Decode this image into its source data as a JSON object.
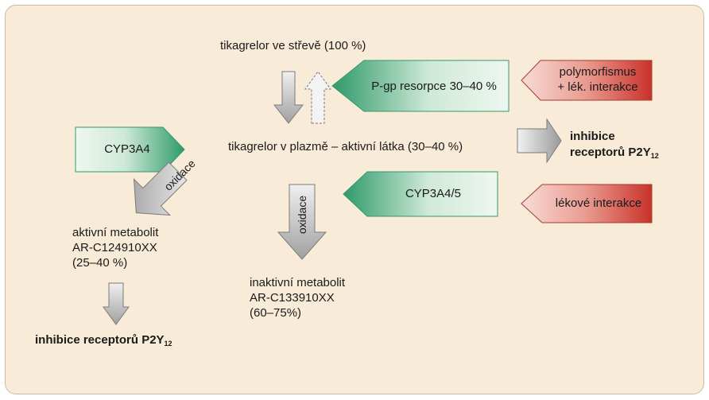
{
  "nodes": {
    "gut": "tikagrelor ve střevě (100 %)",
    "plasma": "tikagrelor v plazmě – aktivní látka (30–40 %)",
    "active_metabolite": [
      "aktivní metabolit",
      "AR-C124910XX",
      "(25–40 %)"
    ],
    "inactive_metabolite": [
      "inaktivní metabolit",
      "AR-C133910XX",
      "(60–75%)"
    ]
  },
  "boxes": {
    "pgp": "P-gp resorpce 30–40 %",
    "cyp3a4": "CYP3A4",
    "cyp3a45": "CYP3A4/5",
    "polymorph": [
      "polymorfismus",
      "+ lék. interakce"
    ],
    "drug_interactions": "lékové interakce"
  },
  "arrow_labels": {
    "oxidace_left": "oxidace",
    "oxidace_down": "oxidace"
  },
  "outcomes": {
    "right_line1": "inhibice",
    "right_line2": "receptorů P2Y",
    "right_sub": "12",
    "bottom": "inhibice receptorů P2Y",
    "bottom_sub": "12"
  },
  "colors": {
    "green_light": "#e6f3e9",
    "green_dark": "#2f9a6a",
    "red_light": "#f2c9c3",
    "red_dark": "#c8322a",
    "grey_light": "#e8e8e8",
    "grey_dark": "#8f8f8f",
    "background": "#f8ecd8"
  }
}
